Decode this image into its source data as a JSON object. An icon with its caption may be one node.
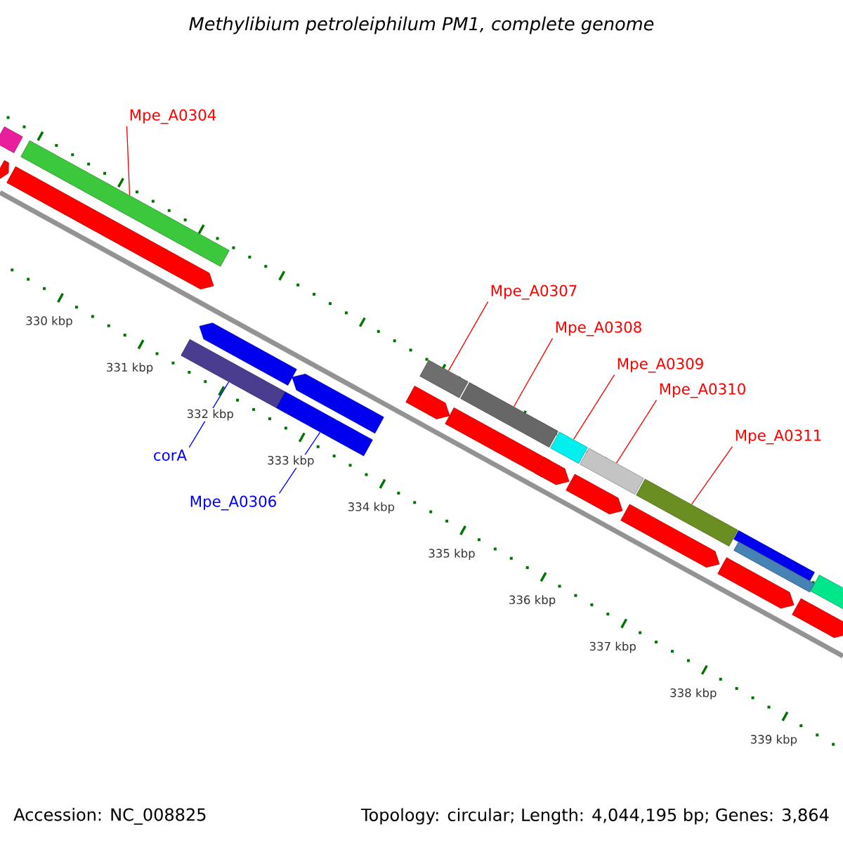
{
  "diagram": {
    "title": "Methylibium petroleiphilum PM1, complete genome",
    "nodes": [
      {
        "text": [
          "Mpe_A0304"
        ]
      },
      {
        "text": [
          "Mpe_A0307"
        ]
      },
      {
        "text": [
          "Mpe_A0308"
        ]
      },
      {
        "text": [
          "Mpe_A0309"
        ]
      },
      {
        "text": [
          "Mpe_A0310"
        ]
      },
      {
        "text": [
          "Mpe_A0311"
        ]
      },
      {
        "text": [
          "corA"
        ]
      },
      {
        "text": [
          "Mpe_A0306"
        ]
      },
      {
        "text": [],
        "shape": "bar"
      },
      {
        "text": [],
        "shape": "pentagon"
      },
      {
        "text": [],
        "shape": "bar"
      },
      {
        "text": [],
        "shape": "pentagon"
      },
      {
        "text": [],
        "shape": "bar"
      },
      {
        "text": [],
        "shape": "pentagon"
      },
      {
        "text": [],
        "shape": "bar"
      },
      {
        "text": [],
        "shape": "pentagon"
      },
      {
        "text": [],
        "shape": "pentagon"
      },
      {
        "text": [],
        "shape": "bar"
      },
      {
        "text": [],
        "shape": "pentagon"
      },
      {
        "text": [],
        "shape": "bar"
      },
      {
        "text": [],
        "shape": "pentagon"
      },
      {
        "text": [],
        "shape": "bar"
      },
      {
        "text": [],
        "shape": "pentagon"
      },
      {
        "text": [],
        "shape": "bar"
      },
      {
        "text": [],
        "shape": "pentagon"
      },
      {
        "text": [],
        "shape": "bar"
      },
      {
        "text": [],
        "shape": "pentagon"
      },
      {
        "text": [],
        "shape": "bar"
      },
      {
        "text": [],
        "shape": "bar"
      },
      {
        "text": [],
        "shape": "pentagon"
      },
      {
        "text": [],
        "shape": "bar"
      }
    ],
    "edges": [
      {
        "from": 0,
        "to": 10,
        "arrow": "none"
      },
      {
        "from": 1,
        "to": 17,
        "arrow": "none"
      },
      {
        "from": 2,
        "to": 19,
        "arrow": "none"
      },
      {
        "from": 3,
        "to": 21,
        "arrow": "none"
      },
      {
        "from": 4,
        "to": 23,
        "arrow": "none"
      },
      {
        "from": 5,
        "to": 25,
        "arrow": "none"
      },
      {
        "from": 6,
        "to": 12,
        "arrow": "none",
        "color": "#0000ff"
      },
      {
        "from": 7,
        "to": 14,
        "arrow": "none",
        "color": "#0000ff"
      }
    ],
    "labels": [
      "330 kbp",
      "331 kbp",
      "332 kbp",
      "333 kbp",
      "334 kbp",
      "335 kbp",
      "336 kbp",
      "337 kbp",
      "338 kbp",
      "339 kbp",
      "Accession: NC_008825",
      "Topology: circular; Length: 4,044,195 bp; Genes: 3,864"
    ]
  }
}
